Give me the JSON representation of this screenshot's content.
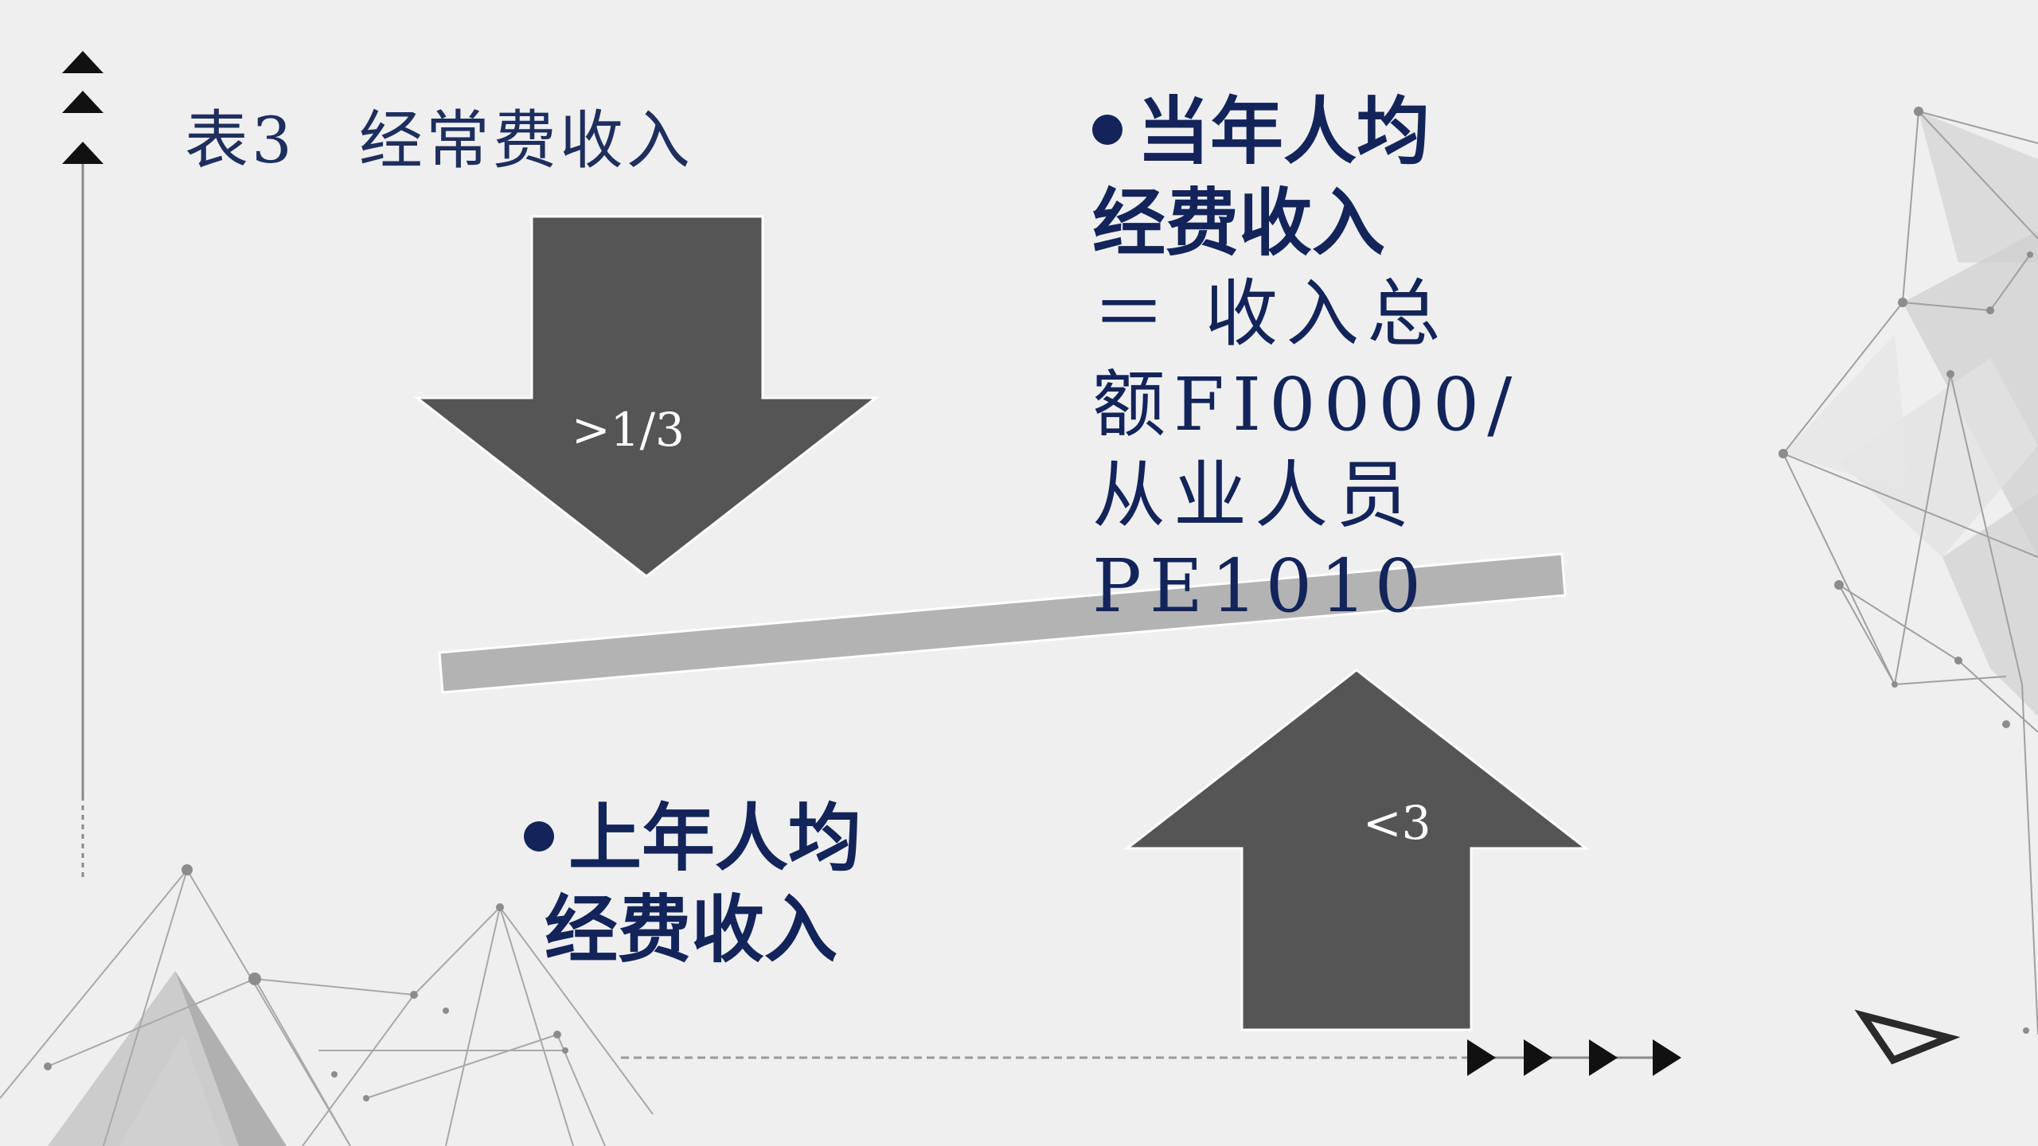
{
  "slide": {
    "title_prefix": "表3",
    "title_text": "经常费收入",
    "current_year": {
      "line1": "当年人均",
      "line2": "经费收入",
      "line3": "＝ 收入总",
      "line4": "额FI0000/",
      "line5": "从业人员",
      "line6": "PE1010"
    },
    "last_year": {
      "line1": "上年人均",
      "line2": "经费收入"
    },
    "down_arrow_label": ">1/3",
    "up_arrow_label": "<3"
  },
  "colors": {
    "background": "#efefef",
    "text_navy": "#12245a",
    "arrow_gray": "#555555",
    "bar_gray": "#b3b3b3"
  },
  "icons": [
    "triangle-up-icon",
    "triangle-right-icon",
    "triangle-outline-icon"
  ]
}
